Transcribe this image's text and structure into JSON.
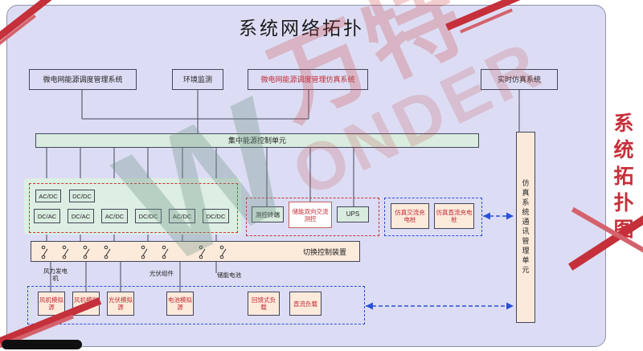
{
  "title": "系统网络拓扑",
  "top_nodes": [
    {
      "label": "微电网能源调度管理系统"
    },
    {
      "label": "环境监测"
    },
    {
      "label": "微电网能源调度管理仿真系统"
    },
    {
      "label": "实时仿真系统"
    }
  ],
  "bus": {
    "label": "集中能源控制单元"
  },
  "converters": {
    "row1": [
      {
        "label": "AC/DC"
      },
      {
        "label": "DC/DC"
      }
    ],
    "row2": [
      {
        "label": "DC/AC"
      },
      {
        "label": "DC/AC"
      },
      {
        "label": "AC/DC"
      },
      {
        "label": "DC/DC"
      },
      {
        "label": "AC/DC"
      },
      {
        "label": "DC/DC"
      }
    ]
  },
  "control_group": [
    {
      "label": "测控终端"
    },
    {
      "label": "储能双向交流测控"
    },
    {
      "label": "UPS"
    }
  ],
  "charging_group": [
    {
      "label": "仿真交流充电桩"
    },
    {
      "label": "仿真直流充电桩"
    }
  ],
  "switch_bar": {
    "label": "切换控制装置"
  },
  "source_labels": [
    {
      "label": "风力发电机"
    },
    {
      "label": "光伏组件"
    },
    {
      "label": "储能电池"
    }
  ],
  "simulators": [
    {
      "label": "风机模拟源"
    },
    {
      "label": "风机模拟器"
    },
    {
      "label": "光伏模拟源"
    },
    {
      "label": "电池模拟源"
    },
    {
      "label": "回馈式负载"
    },
    {
      "label": "直流负载"
    }
  ],
  "comm_unit": {
    "label": "仿真系统通讯管理单元"
  },
  "side_caption": "系统拓扑图",
  "watermark": {
    "brand_cn": "万特",
    "brand_en": "WONDER"
  },
  "colors": {
    "panel_bg": "#dcddf4",
    "green_fill": "#d9ecdf",
    "orange_fill": "#fceadb",
    "dashed_red": "#d03030",
    "dashed_blue": "#2b4fd8",
    "caption_red": "#c5303a",
    "line": "#44455a"
  }
}
